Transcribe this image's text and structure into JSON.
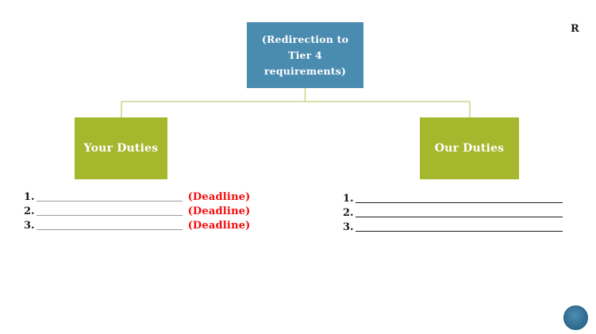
{
  "header": {
    "corner_letter": "R"
  },
  "diagram": {
    "root": {
      "label": "(Redirection to Tier 4 requirements)",
      "label_lines": [
        "(Redirection to Tier 4",
        "requirements)"
      ]
    },
    "children": [
      {
        "label": "Your Duties"
      },
      {
        "label": "Our Duties"
      }
    ]
  },
  "lists": {
    "left": {
      "items": [
        {
          "number": "1.",
          "deadline": "(Deadline)"
        },
        {
          "number": "2.",
          "deadline": "(Deadline)"
        },
        {
          "number": "3.",
          "deadline": "(Deadline)"
        }
      ]
    },
    "right": {
      "items": [
        {
          "number": "1."
        },
        {
          "number": "2."
        },
        {
          "number": "3."
        }
      ]
    }
  },
  "icons": {
    "logo": "circle-logo-icon"
  },
  "colors": {
    "root_box": "#4a8bb0",
    "duty_box": "#a5b72c",
    "connector": "#cbd98b",
    "deadline_text": "#f20d0d",
    "blank_line_left": "#9b9b9b",
    "blank_line_right": "#1c1c1c",
    "logo_blue": "#2f6f95",
    "box_text": "#ffffff"
  }
}
